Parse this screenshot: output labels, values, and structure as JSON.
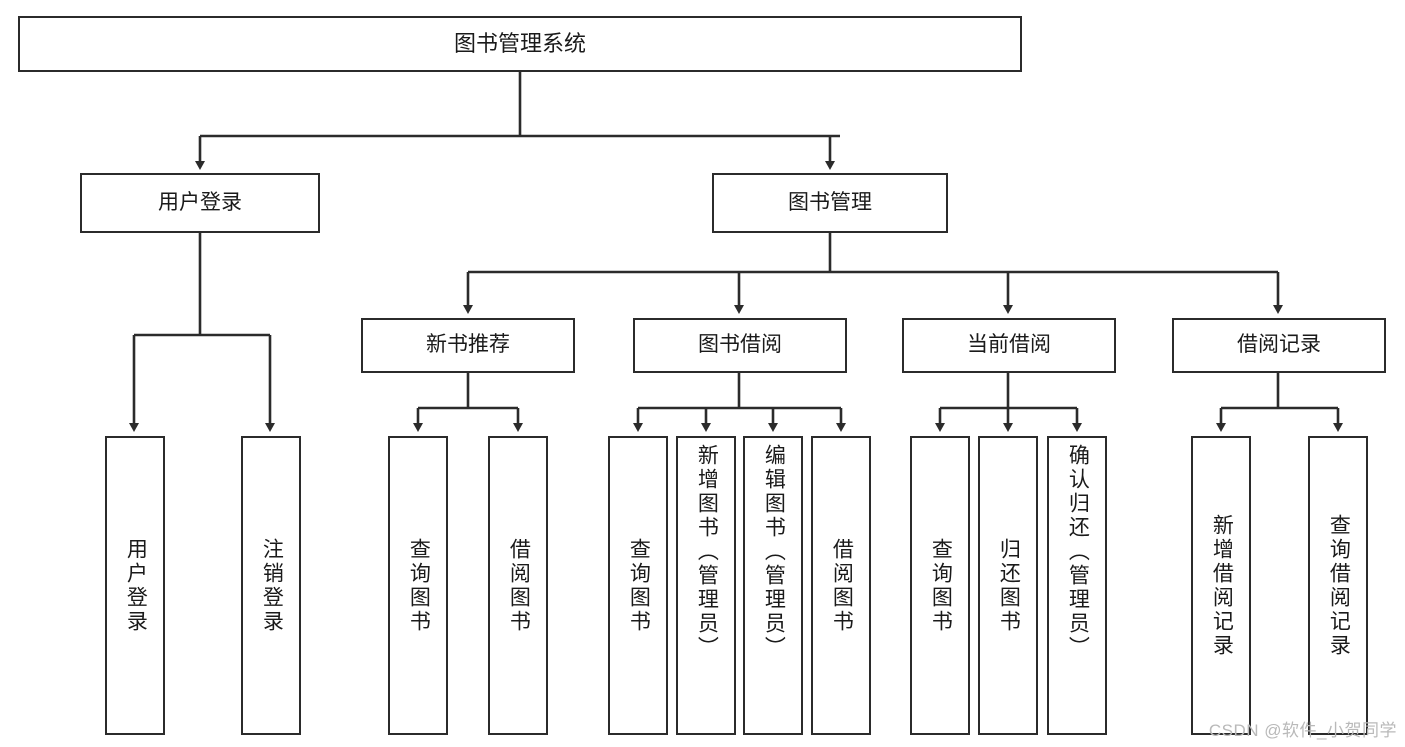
{
  "diagram": {
    "title": "图书管理系统",
    "type": "tree-hierarchy",
    "root": {
      "label": "图书管理系统"
    },
    "level2": [
      {
        "label": "用户登录"
      },
      {
        "label": "图书管理"
      }
    ],
    "level3": [
      {
        "label": "新书推荐"
      },
      {
        "label": "图书借阅"
      },
      {
        "label": "当前借阅"
      },
      {
        "label": "借阅记录"
      }
    ],
    "leaves": {
      "user_login": [
        {
          "label": "用户登录"
        },
        {
          "label": "注销登录"
        }
      ],
      "new_book_recommend": [
        {
          "label": "查询图书"
        },
        {
          "label": "借阅图书"
        }
      ],
      "book_borrow": [
        {
          "label": "查询图书"
        },
        {
          "label": "新增图书（管理员）"
        },
        {
          "label": "编辑图书（管理员）"
        },
        {
          "label": "借阅图书"
        }
      ],
      "current_borrow": [
        {
          "label": "查询图书"
        },
        {
          "label": "归还图书"
        },
        {
          "label": "确认归还（管理员）"
        }
      ],
      "borrow_record": [
        {
          "label": "新增借阅记录"
        },
        {
          "label": "查询借阅记录"
        }
      ]
    },
    "watermark": "CSDN @软件_小贺同学",
    "colors": {
      "border": "#2b2b2b",
      "background": "#ffffff",
      "text": "#1a1a1a",
      "watermark": "#b9b9b9"
    }
  }
}
